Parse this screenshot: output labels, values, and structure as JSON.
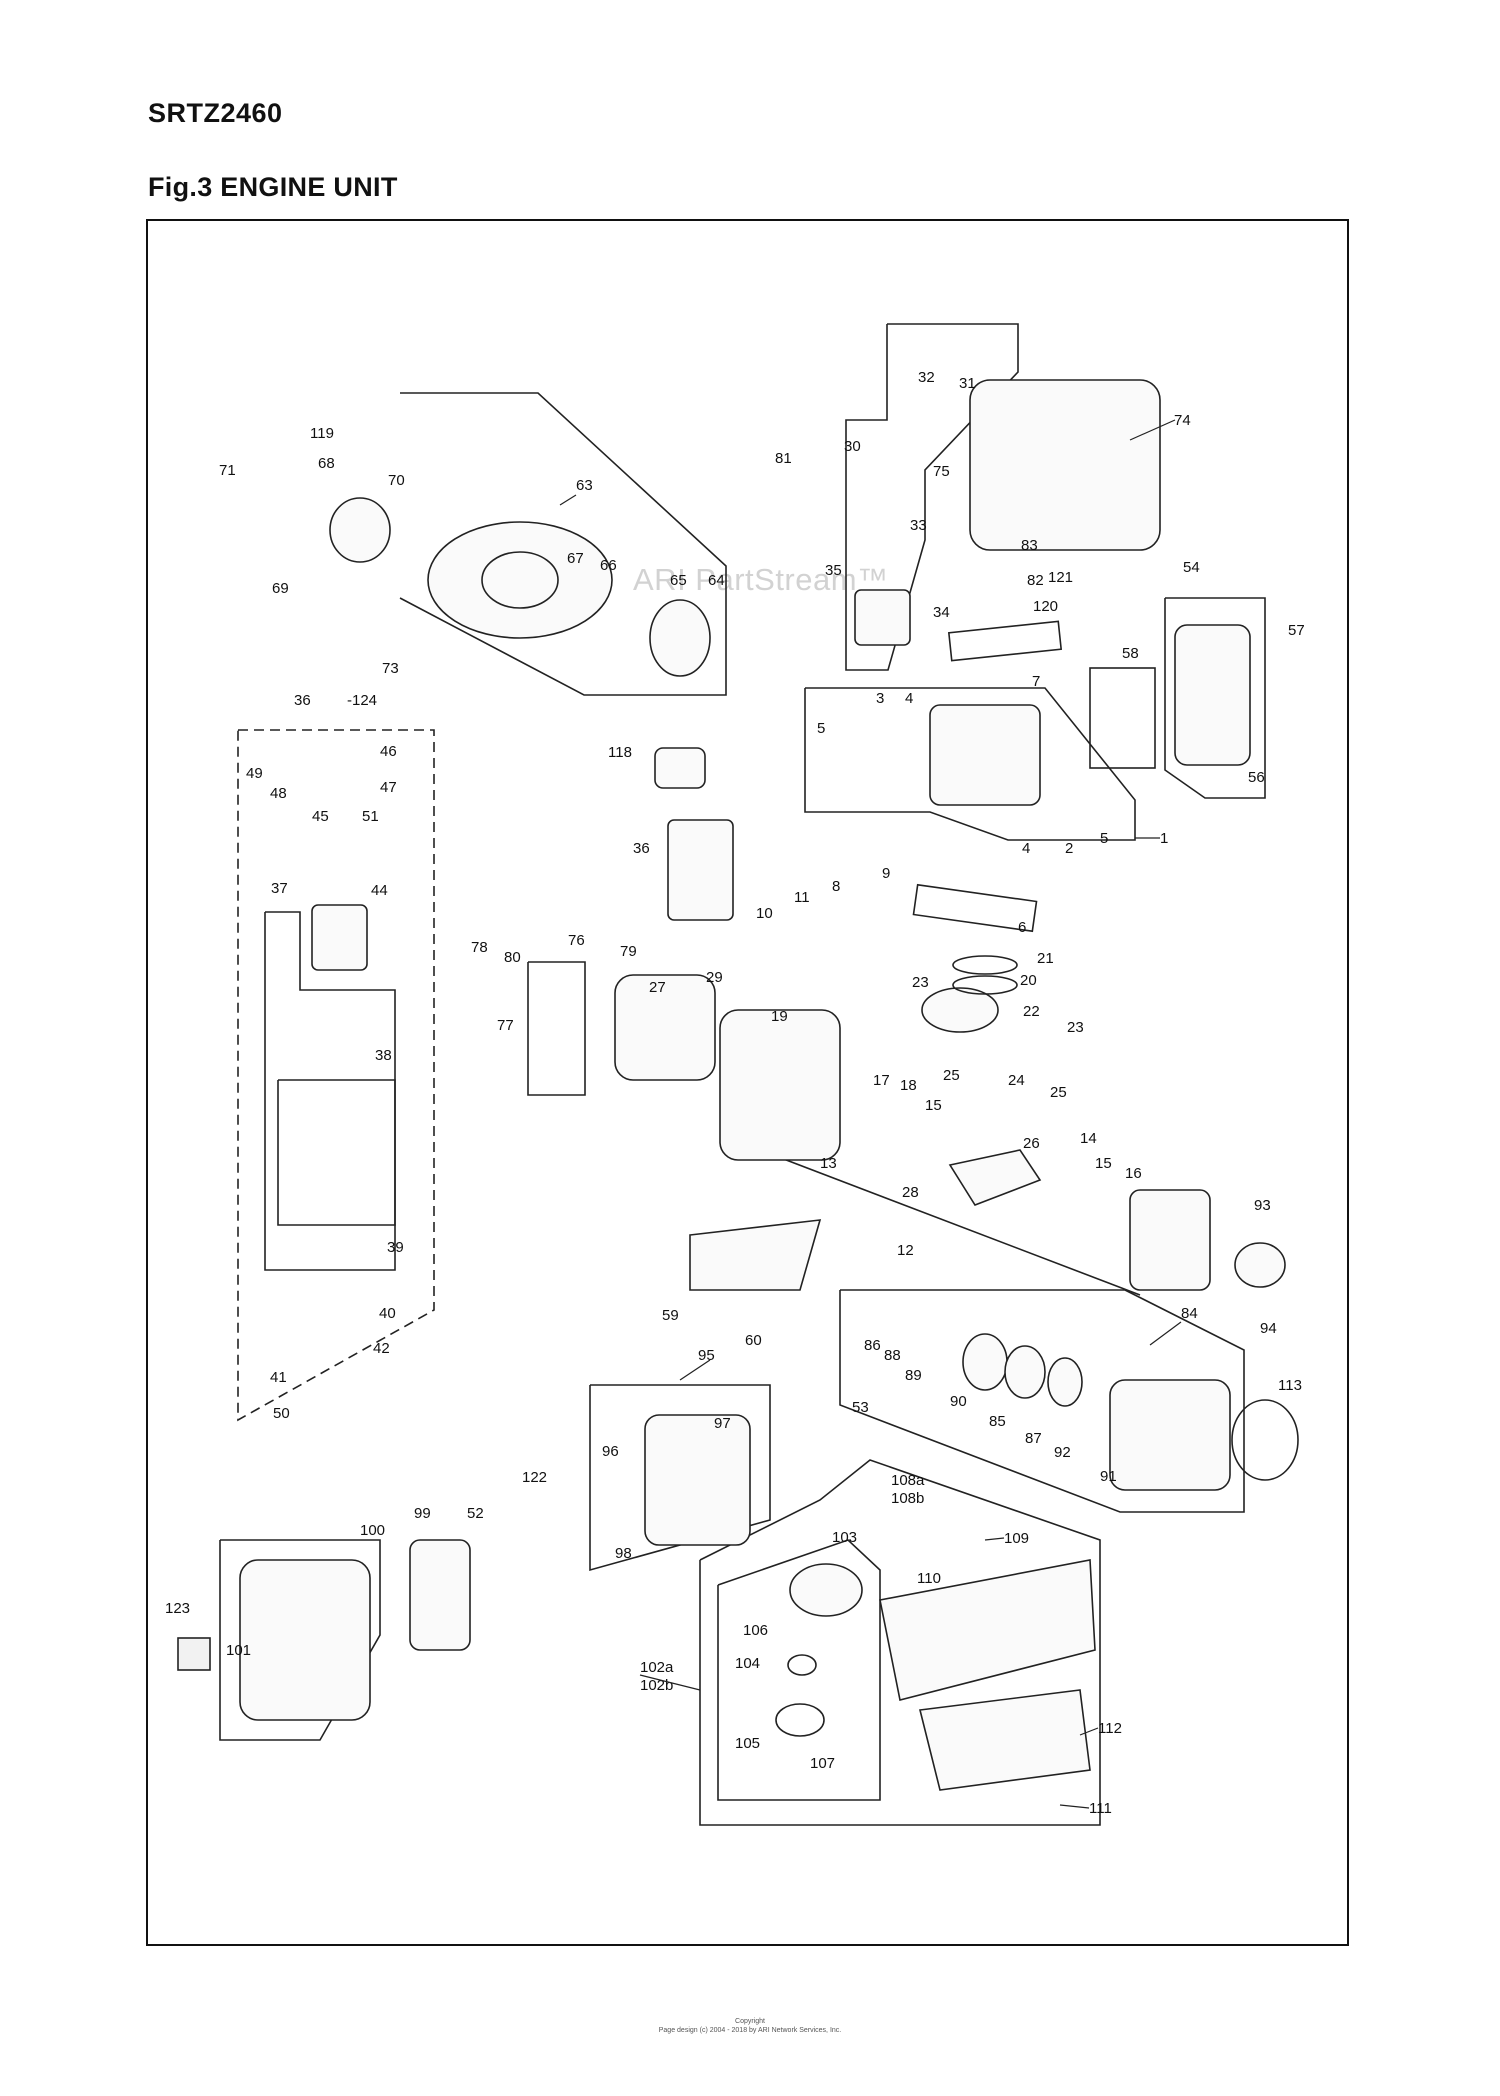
{
  "header": {
    "model": "SRTZ2460",
    "figure_title": "Fig.3 ENGINE UNIT"
  },
  "watermark": "ARI PartStream™",
  "footer": {
    "line1": "Copyright",
    "line2": "Page design (c) 2004 - 2018 by ARI Network Services, Inc."
  },
  "callouts": [
    "1",
    "2",
    "3",
    "4",
    "4",
    "5",
    "5",
    "6",
    "7",
    "8",
    "9",
    "10",
    "11",
    "12",
    "13",
    "14",
    "15",
    "15",
    "16",
    "17",
    "18",
    "19",
    "20",
    "21",
    "22",
    "23",
    "23",
    "24",
    "25",
    "25",
    "26",
    "27",
    "28",
    "29",
    "30",
    "31",
    "32",
    "33",
    "34",
    "35",
    "36",
    "36",
    "37",
    "38",
    "39",
    "40",
    "41",
    "42",
    "44",
    "45",
    "46",
    "47",
    "48",
    "49",
    "50",
    "51",
    "52",
    "53",
    "54",
    "56",
    "57",
    "58",
    "59",
    "60",
    "63",
    "64",
    "65",
    "66",
    "67",
    "68",
    "69",
    "70",
    "71",
    "73",
    "74",
    "75",
    "76",
    "77",
    "78",
    "79",
    "80",
    "81",
    "82",
    "83",
    "84",
    "85",
    "86",
    "87",
    "88",
    "89",
    "90",
    "91",
    "92",
    "93",
    "94",
    "95",
    "96",
    "97",
    "98",
    "99",
    "100",
    "101",
    "102a",
    "102b",
    "103",
    "104",
    "105",
    "106",
    "107",
    "108a",
    "108b",
    "109",
    "110",
    "111",
    "112",
    "113",
    "118",
    "119",
    "120",
    "121",
    "122",
    "123",
    "-124"
  ]
}
